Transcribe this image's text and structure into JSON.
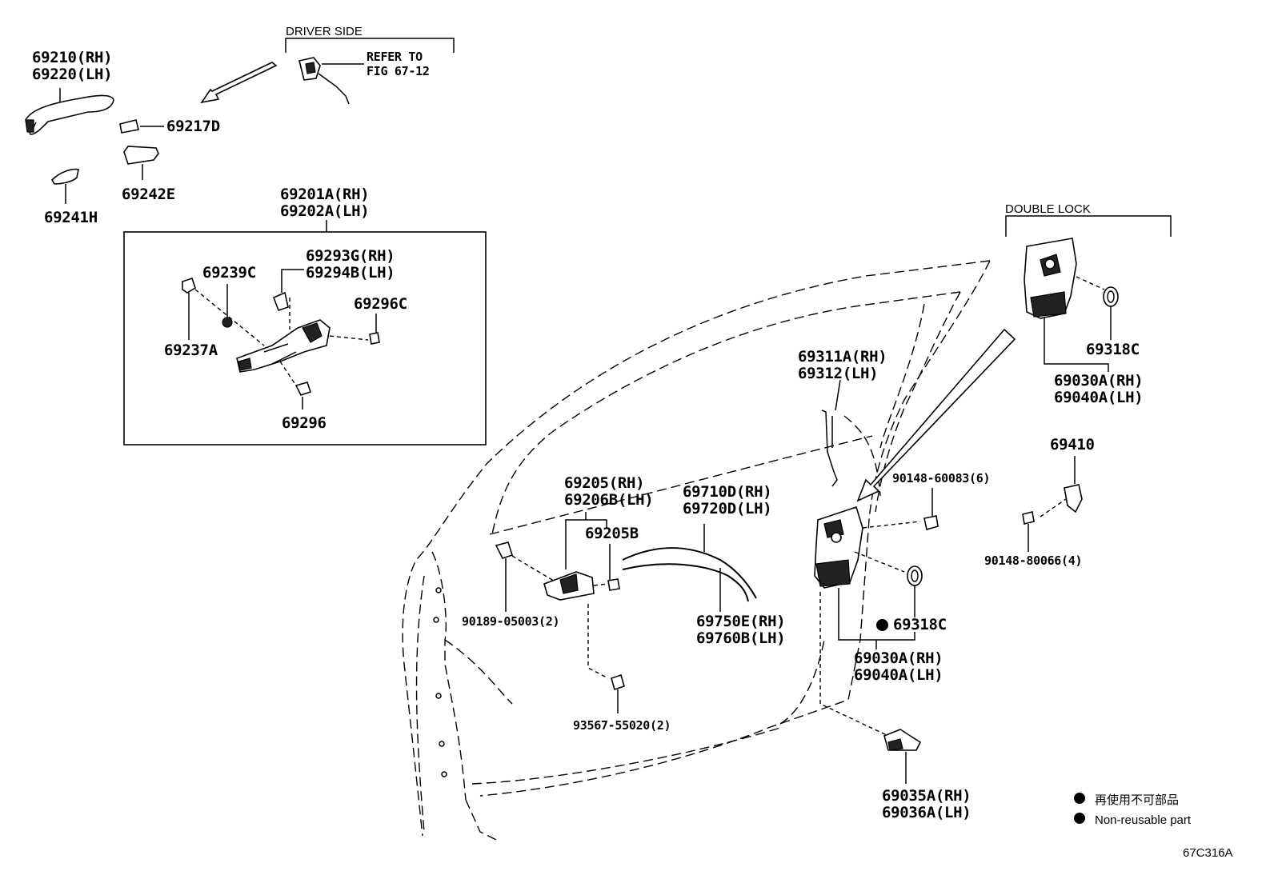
{
  "labels": {
    "l69210": "69210(RH)\n69220(LH)",
    "l69217d": "69217D",
    "l69242e": "69242E",
    "l69241h": "69241H",
    "driver_side": "DRIVER SIDE",
    "refer": "REFER TO\nFIG 67-12",
    "l69201a": "69201A(RH)\n69202A(LH)",
    "l69293g": "69293G(RH)\n69294B(LH)",
    "l69239c": "69239C",
    "l69296c": "69296C",
    "l69237a": "69237A",
    "l69296": "69296",
    "double_lock": "DOUBLE LOCK",
    "l69318c_top": "69318C",
    "l69030a_top": "69030A(RH)\n69040A(LH)",
    "l69311a": "69311A(RH)\n69312(LH)",
    "l69410": "69410",
    "l90148_60083": "90148-60083(6)",
    "l90148_80066": "90148-80066(4)",
    "l69205": "69205(RH)\n69206B(LH)",
    "l69205b": "69205B",
    "l69710d": "69710D(RH)\n69720D(LH)",
    "l90189": "90189-05003(2)",
    "l69750e": "69750E(RH)\n69760B(LH)",
    "l69318c_mid": "69318C",
    "l69030a_mid": "69030A(RH)\n69040A(LH)",
    "l93567": "93567-55020(2)",
    "l69035a": "69035A(RH)\n69036A(LH)",
    "legend_jp": "再使用不可部品",
    "legend_en": "Non-reusable part",
    "fig_code": "67C316A"
  }
}
